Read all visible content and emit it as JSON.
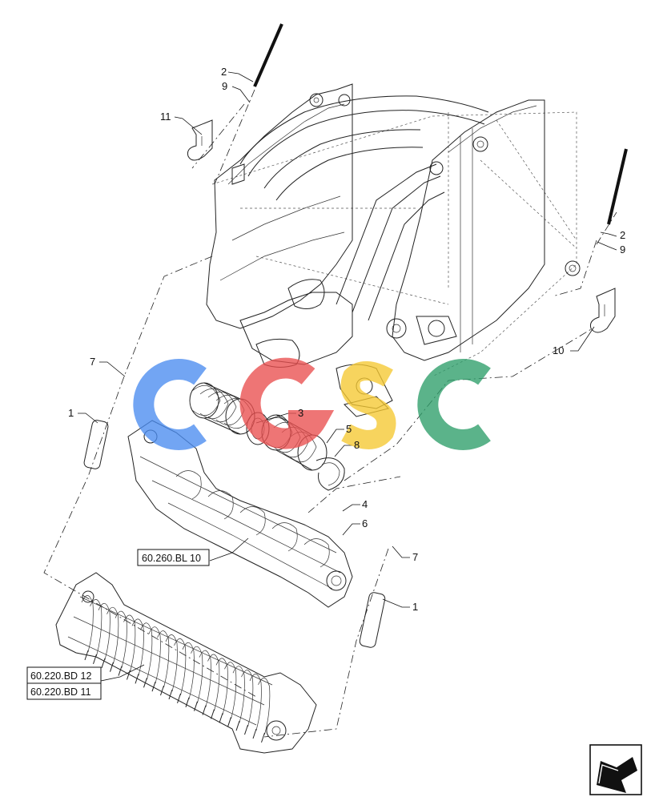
{
  "callouts": {
    "c1a": "1",
    "c1b": "1",
    "c2a": "2",
    "c2b": "2",
    "c3": "3",
    "c4": "4",
    "c5": "5",
    "c6": "6",
    "c7a": "7",
    "c7b": "7",
    "c8": "8",
    "c9a": "9",
    "c9b": "9",
    "c10": "10",
    "c11": "11"
  },
  "references": {
    "ref_260": "60.260.BL 10",
    "ref_220_12": "60.220.BD 12",
    "ref_220_11": "60.220.BD 11"
  },
  "watermark": {
    "letters": [
      "C",
      "G",
      "S",
      "C"
    ],
    "colors": [
      "#4a8cf0",
      "#ea4f4f",
      "#f6c932",
      "#2e9e6a"
    ]
  },
  "nav_icon": "next-page-arrow-icon"
}
